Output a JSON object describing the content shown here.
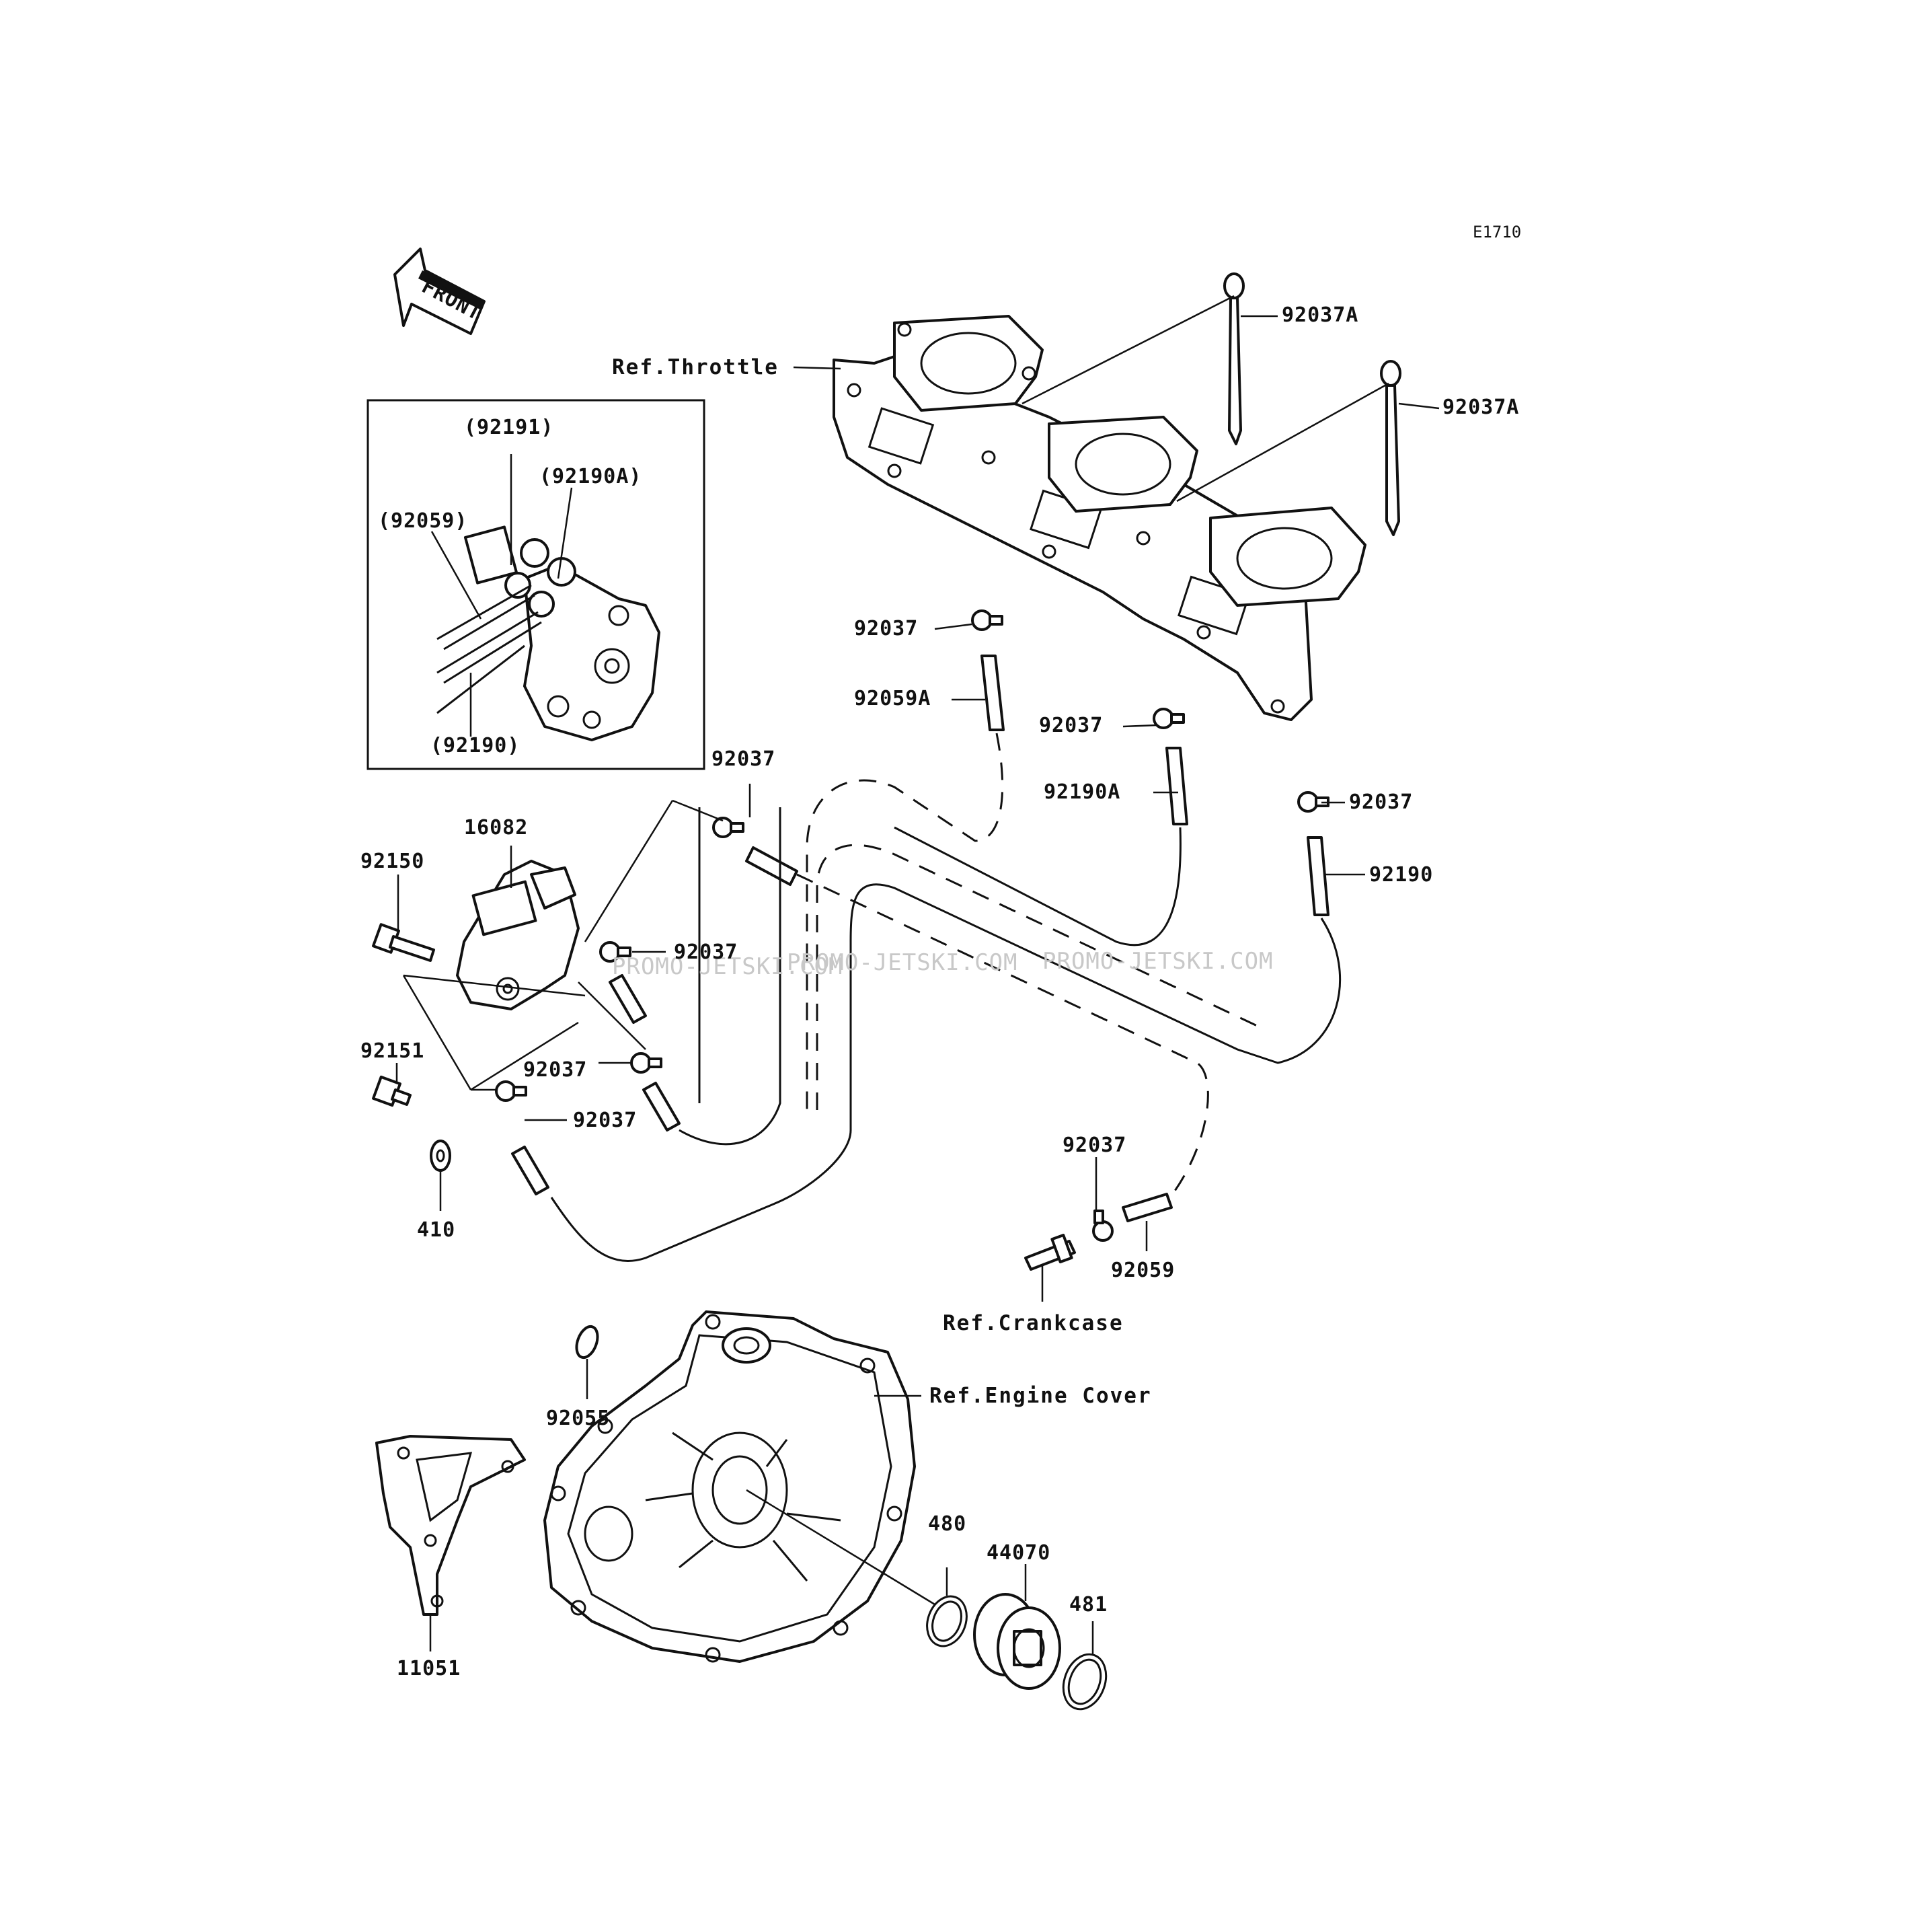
{
  "diagram_code": "E1710",
  "front_arrow_label": "FRONT",
  "watermark": "PROMO-JETSKI.COM",
  "references": {
    "throttle": "Ref.Throttle",
    "crankcase": "Ref.Crankcase",
    "engine_cover": "Ref.Engine Cover"
  },
  "inset_labels": {
    "p92191": "(92191)",
    "p92190A": "(92190A)",
    "p92059": "(92059)",
    "p92190": "(92190)"
  },
  "part_labels": {
    "p92037A_1": "92037A",
    "p92037A_2": "92037A",
    "p92037_top": "92037",
    "p92059A": "92059A",
    "p92037_mid": "92037",
    "p92190A": "92190A",
    "p92037_right": "92037",
    "p92190": "92190",
    "p92037_left": "92037",
    "p16082": "16082",
    "p92150": "92150",
    "p92037_valve1": "92037",
    "p92037_valve2": "92037",
    "p92037_valve3": "92037",
    "p92151": "92151",
    "p410": "410",
    "p92037_crank": "92037",
    "p92059": "92059",
    "p92055": "92055",
    "p11051": "11051",
    "p480": "480",
    "p44070": "44070",
    "p481": "481"
  }
}
